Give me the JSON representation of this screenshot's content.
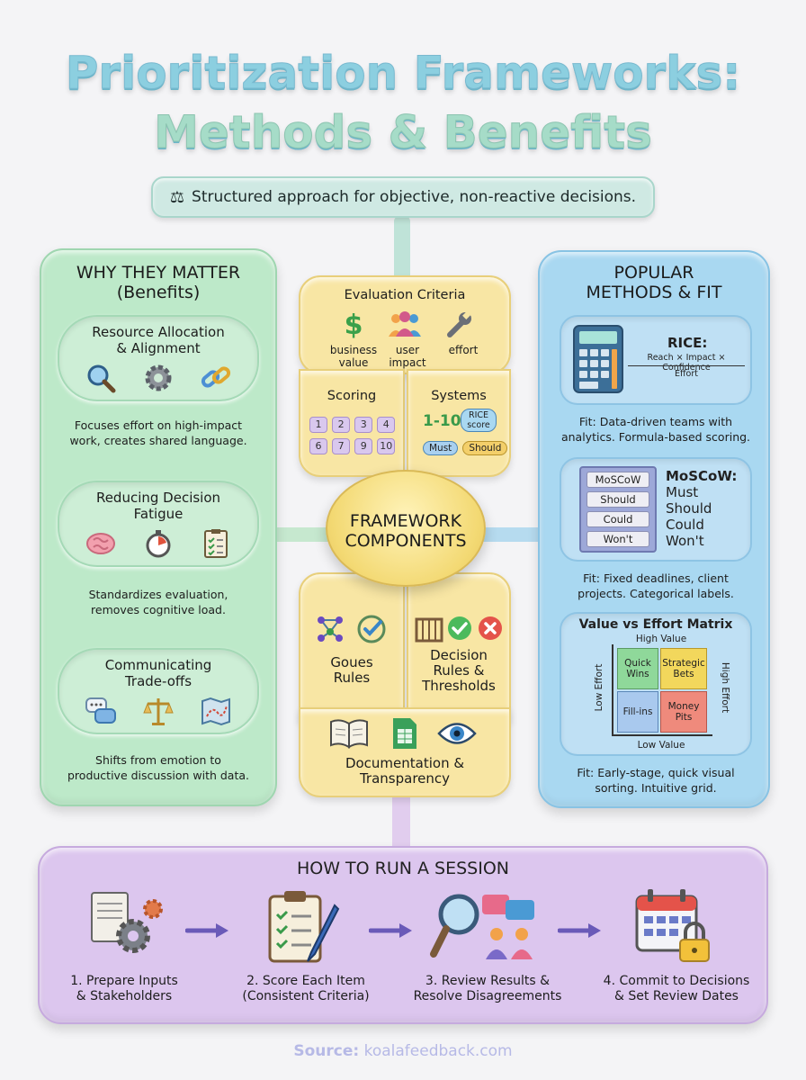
{
  "title": {
    "line1": "Prioritization Frameworks:",
    "line2": "Methods & Benefits"
  },
  "subtitle": "Structured approach for objective, non-reactive decisions.",
  "why": {
    "title_line1": "WHY THEY MATTER",
    "title_line2": "(Benefits)",
    "items": [
      {
        "title_line1": "Resource Allocation",
        "title_line2": "& Alignment",
        "desc_line1": "Focuses effort on high-impact",
        "desc_line2": "work, creates shared language."
      },
      {
        "title_line1": "Reducing Decision",
        "title_line2": "Fatigue",
        "desc_line1": "Standardizes evaluation,",
        "desc_line2": "removes cognitive load."
      },
      {
        "title_line1": "Communicating",
        "title_line2": "Trade-offs",
        "desc_line1": "Shifts from emotion to",
        "desc_line2": "productive discussion with data."
      }
    ]
  },
  "components": {
    "hub_line1": "FRAMEWORK",
    "hub_line2": "COMPONENTS",
    "evaluation": {
      "title": "Evaluation Criteria",
      "items": [
        {
          "line1": "business",
          "line2": "value"
        },
        {
          "line1": "user",
          "line2": "impact"
        },
        {
          "line1": "effort",
          "line2": ""
        }
      ]
    },
    "scoring": {
      "title": "Scoring",
      "numbers": [
        "1",
        "2",
        "3",
        "4",
        "6",
        "7",
        "9",
        "10"
      ]
    },
    "systems": {
      "title": "Systems",
      "range": "1-10",
      "rice_line1": "RICE",
      "rice_line2": "score",
      "must": "Must",
      "should": "Should"
    },
    "goues": {
      "line1": "Goues",
      "line2": "Rules"
    },
    "decision": {
      "line1": "Decision",
      "line2": "Rules &",
      "line3": "Thresholds"
    },
    "docs": {
      "line1": "Documentation &",
      "line2": "Transparency"
    }
  },
  "methods": {
    "title_line1": "POPULAR",
    "title_line2": "METHODS & FIT",
    "rice": {
      "label": "RICE:",
      "numerator": "Reach × Impact × Confidence",
      "denominator": "Effort",
      "fit_line1": "Fit: Data-driven teams with",
      "fit_line2": "analytics. Formula-based scoring."
    },
    "moscow": {
      "buttons": [
        "MoSCoW",
        "Should",
        "Could",
        "Won't"
      ],
      "label": "MoSCoW:",
      "items": [
        "Must",
        "Should",
        "Could",
        "Won't"
      ],
      "fit_line1": "Fit: Fixed deadlines, client",
      "fit_line2": "projects. Categorical labels."
    },
    "matrix": {
      "title": "Value vs Effort Matrix",
      "top": "High Value",
      "bottom": "Low Value",
      "left": "Low Effort",
      "right": "High Effort",
      "cells": [
        {
          "line1": "Quick",
          "line2": "Wins",
          "color": "#8fd89a"
        },
        {
          "line1": "Strategic",
          "line2": "Bets",
          "color": "#f2d75c"
        },
        {
          "line1": "Fill-ins",
          "line2": "",
          "color": "#a9c9ee"
        },
        {
          "line1": "Money",
          "line2": "Pits",
          "color": "#ef8a7c"
        }
      ],
      "fit_line1": "Fit: Early-stage, quick visual",
      "fit_line2": "sorting. Intuitive grid."
    }
  },
  "session": {
    "title": "HOW TO RUN A SESSION",
    "steps": [
      {
        "line1": "1. Prepare Inputs",
        "line2": "& Stakeholders"
      },
      {
        "line1": "2. Score Each Item",
        "line2": "(Consistent Criteria)"
      },
      {
        "line1": "3. Review Results &",
        "line2": "Resolve Disagreements"
      },
      {
        "line1": "4. Commit to Decisions",
        "line2": "& Set Review Dates"
      }
    ]
  },
  "source": {
    "label": "Source:",
    "site": "koalafeedback.com"
  }
}
